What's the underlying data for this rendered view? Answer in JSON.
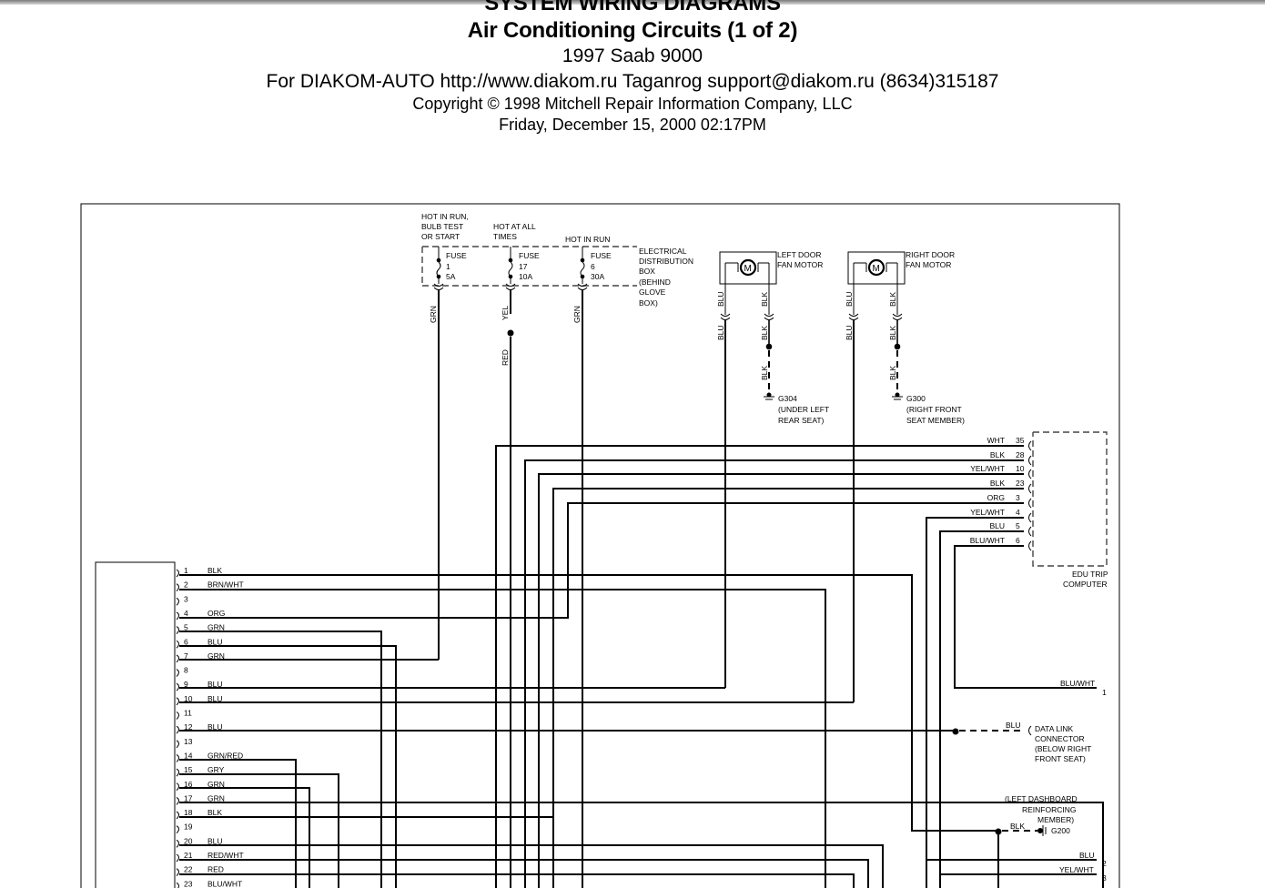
{
  "header": {
    "section": "SYSTEM WIRING DIAGRAMS",
    "title": "Air Conditioning Circuits (1 of 2)",
    "vehicle": "1997 Saab 9000",
    "dealer": "For DIAKOM-AUTO http://www.diakom.ru Taganrog support@diakom.ru (8634)315187",
    "copyright": "Copyright © 1998 Mitchell Repair Information Company, LLC",
    "date": "Friday, December 15, 2000  02:17PM"
  },
  "fuse_box": {
    "label": [
      "ELECTRICAL",
      "DISTRIBUTION",
      "BOX",
      "(BEHIND",
      "GLOVE",
      "BOX)"
    ],
    "fuses": [
      {
        "power": [
          "HOT IN RUN,",
          "BULB TEST",
          "OR START"
        ],
        "name": "FUSE",
        "number": "1",
        "rating": "5A",
        "wire": "GRN"
      },
      {
        "power": [
          "HOT AT ALL",
          "TIMES"
        ],
        "name": "FUSE",
        "number": "17",
        "rating": "10A",
        "wire": "YEL",
        "wire2": "RED"
      },
      {
        "power": [
          "HOT IN RUN"
        ],
        "name": "FUSE",
        "number": "6",
        "rating": "30A",
        "wire": "GRN"
      }
    ]
  },
  "motors": [
    {
      "label": [
        "LEFT DOOR",
        "FAN MOTOR"
      ],
      "symbol": "M",
      "wires": [
        "BLU",
        "BLK",
        "BLU",
        "BLK",
        "BLK"
      ],
      "ground": "G304",
      "ground_loc": [
        "(UNDER LEFT",
        "REAR SEAT)"
      ]
    },
    {
      "label": [
        "RIGHT DOOR",
        "FAN MOTOR"
      ],
      "symbol": "M",
      "wires": [
        "BLU",
        "BLK",
        "BLU",
        "BLK",
        "BLK"
      ],
      "ground": "G300",
      "ground_loc": [
        "(RIGHT FRONT",
        "SEAT MEMBER)"
      ]
    }
  ],
  "edu": {
    "label": [
      "EDU TRIP",
      "COMPUTER"
    ],
    "pins": [
      {
        "wire": "WHT",
        "pin": "35"
      },
      {
        "wire": "BLK",
        "pin": "28"
      },
      {
        "wire": "YEL/WHT",
        "pin": "10"
      },
      {
        "wire": "BLK",
        "pin": "23"
      },
      {
        "wire": "ORG",
        "pin": "3"
      },
      {
        "wire": "YEL/WHT",
        "pin": "4"
      },
      {
        "wire": "BLU",
        "pin": "5"
      },
      {
        "wire": "BLU/WHT",
        "pin": "6"
      }
    ]
  },
  "control_module": {
    "pins": [
      {
        "n": "1",
        "wire": "BLK"
      },
      {
        "n": "2",
        "wire": "BRN/WHT"
      },
      {
        "n": "3",
        "wire": ""
      },
      {
        "n": "4",
        "wire": "ORG"
      },
      {
        "n": "5",
        "wire": "GRN"
      },
      {
        "n": "6",
        "wire": "BLU"
      },
      {
        "n": "7",
        "wire": "GRN"
      },
      {
        "n": "8",
        "wire": ""
      },
      {
        "n": "9",
        "wire": "BLU"
      },
      {
        "n": "10",
        "wire": "BLU"
      },
      {
        "n": "11",
        "wire": ""
      },
      {
        "n": "12",
        "wire": "BLU"
      },
      {
        "n": "13",
        "wire": ""
      },
      {
        "n": "14",
        "wire": "GRN/RED"
      },
      {
        "n": "15",
        "wire": "GRY"
      },
      {
        "n": "16",
        "wire": "GRN"
      },
      {
        "n": "17",
        "wire": "GRN"
      },
      {
        "n": "18",
        "wire": "BLK"
      },
      {
        "n": "19",
        "wire": ""
      },
      {
        "n": "20",
        "wire": "BLU"
      },
      {
        "n": "21",
        "wire": "RED/WHT"
      },
      {
        "n": "22",
        "wire": "RED"
      },
      {
        "n": "23",
        "wire": "BLU/WHT"
      }
    ]
  },
  "right_side": {
    "blu_wht_wire": "BLU/WHT",
    "blu_wht_pin": "1",
    "dlc_wire": "BLU",
    "dlc_label": [
      "DATA LINK",
      "CONNECTOR",
      "(BELOW RIGHT",
      "FRONT SEAT)"
    ],
    "g200_loc": [
      "(LEFT DASHBOARD",
      "REINFORCING",
      "MEMBER)"
    ],
    "g200_wire": "BLK",
    "g200": "G200",
    "blu_wire": "BLU",
    "blu_pin": "2",
    "yel_wht_wire": "YEL/WHT",
    "yel_wht_pin": "3"
  }
}
